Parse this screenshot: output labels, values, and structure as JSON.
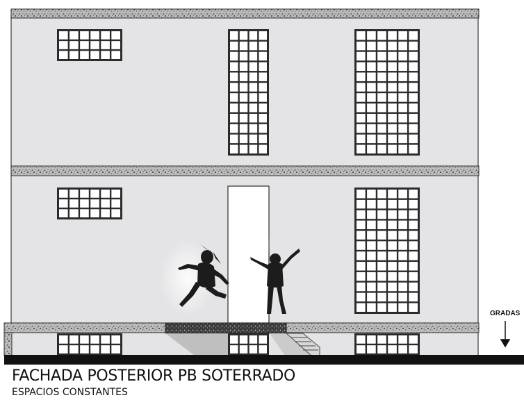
{
  "drawing": {
    "title": "FACHADA POSTERIOR PB SOTERRADO",
    "subtitle": "ESPACIOS CONSTANTES",
    "stair_label": "GRADAS"
  },
  "colors": {
    "wall": "#e4e4e6",
    "slab_pattern": "#8a8a8a",
    "window_frame": "#2b2b2b",
    "window_pane": "#ffffff",
    "ground": "#111111",
    "silhouette": "#1c1c1c"
  },
  "icons": {
    "stair_marker": "arrow-down-icon"
  },
  "elements": {
    "windows": [
      "upper-left-window",
      "upper-center-window",
      "upper-right-window",
      "lower-left-window",
      "lower-right-window",
      "basement-left-window",
      "basement-center-window",
      "basement-right-window"
    ],
    "figures": [
      "jumping-child-left",
      "jumping-child-right"
    ]
  }
}
